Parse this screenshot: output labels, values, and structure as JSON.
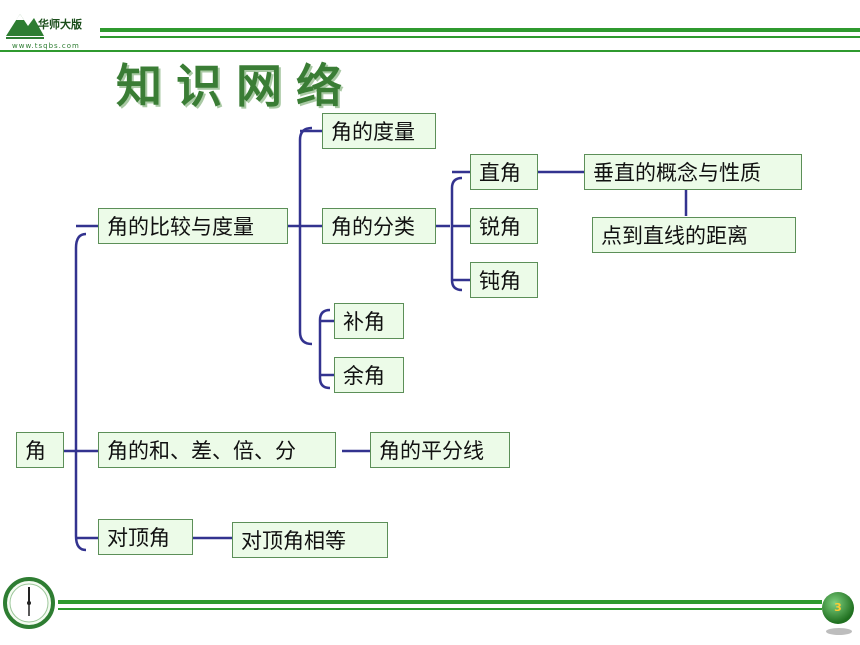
{
  "header": {
    "publisher_name": "华师大版",
    "publisher_url": "www.tsqbs.com"
  },
  "title": "知识网络",
  "nodes": {
    "root": "角",
    "compare_measure": "角的比较与度量",
    "sum_diff": "角的和、差、倍、分",
    "vertical": "对顶角",
    "measure": "角的度量",
    "classify": "角的分类",
    "supplementary": "补角",
    "complementary": "余角",
    "right": "直角",
    "acute": "锐角",
    "obtuse": "钝角",
    "perpendicular": "垂直的概念与性质",
    "point_line_distance": "点到直线的距离",
    "bisector": "角的平分线",
    "vertical_equal": "对顶角相等"
  },
  "footer": {
    "page_number": "3"
  },
  "colors": {
    "connector": "#33338f",
    "box_fill": "#ecfbe8",
    "box_border": "#5c8f58",
    "title": "#3a7d35",
    "stripe_green": "#2f9a2f"
  }
}
